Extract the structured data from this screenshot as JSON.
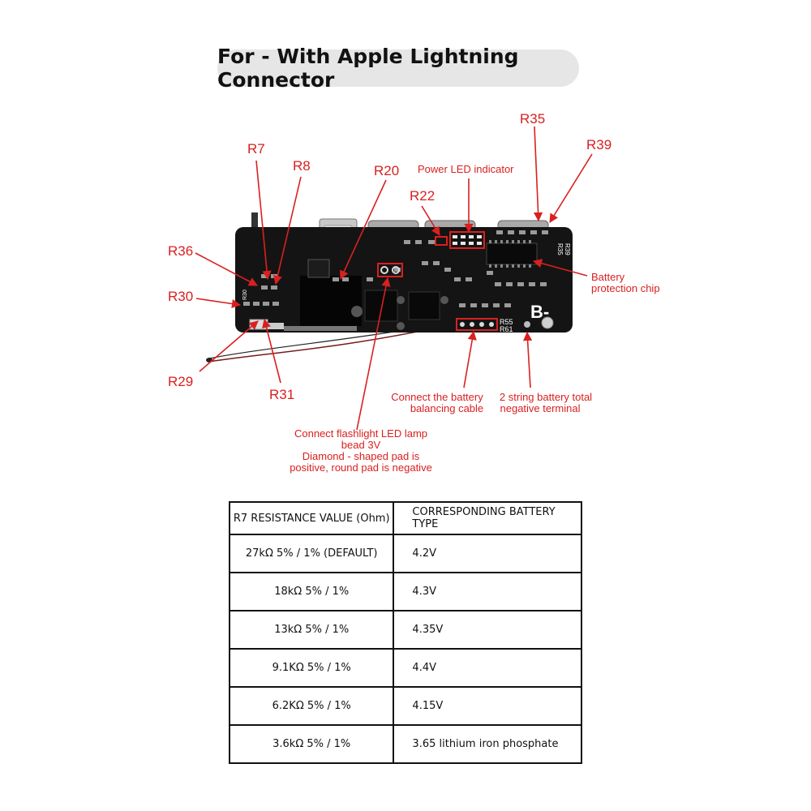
{
  "title": "For - With Apple Lightning Connector",
  "colors": {
    "label_red": "#d92020",
    "board_black": "#141414",
    "pill_gray": "#e6e6e6"
  },
  "diagram": {
    "labels": {
      "r7": "R7",
      "r8": "R8",
      "r20": "R20",
      "r22": "R22",
      "r35": "R35",
      "r39": "R39",
      "r36": "R36",
      "r30": "R30",
      "r29": "R29",
      "r31": "R31",
      "power_led": "Power LED indicator",
      "battery_protection_1": "Battery",
      "battery_protection_2": "protection chip",
      "balancing_1": "Connect the battery",
      "balancing_2": "balancing cable",
      "negative_1": "2 string battery total",
      "negative_2": "negative terminal",
      "flashlight_1": "Connect flashlight LED lamp",
      "flashlight_2": "bead 3V",
      "flashlight_3": "Diamond - shaped pad is",
      "flashlight_4": "positive, round pad is negative"
    },
    "board_marks": {
      "b_minus": "B-",
      "r55": "R55",
      "r61": "R61",
      "r35_silk": "R35",
      "r39_silk": "R39",
      "r30_silk": "R30"
    }
  },
  "table": {
    "headers": [
      "R7 RESISTANCE VALUE (Ohm)",
      "CORRESPONDING BATTERY TYPE"
    ],
    "rows": [
      [
        "27kΩ 5% / 1% (DEFAULT)",
        "4.2V"
      ],
      [
        "18kΩ 5% / 1%",
        "4.3V"
      ],
      [
        "13kΩ 5% / 1%",
        "4.35V"
      ],
      [
        "9.1KΩ 5% / 1%",
        "4.4V"
      ],
      [
        "6.2KΩ 5% / 1%",
        "4.15V"
      ],
      [
        "3.6kΩ 5% / 1%",
        "3.65 lithium iron phosphate"
      ]
    ]
  }
}
